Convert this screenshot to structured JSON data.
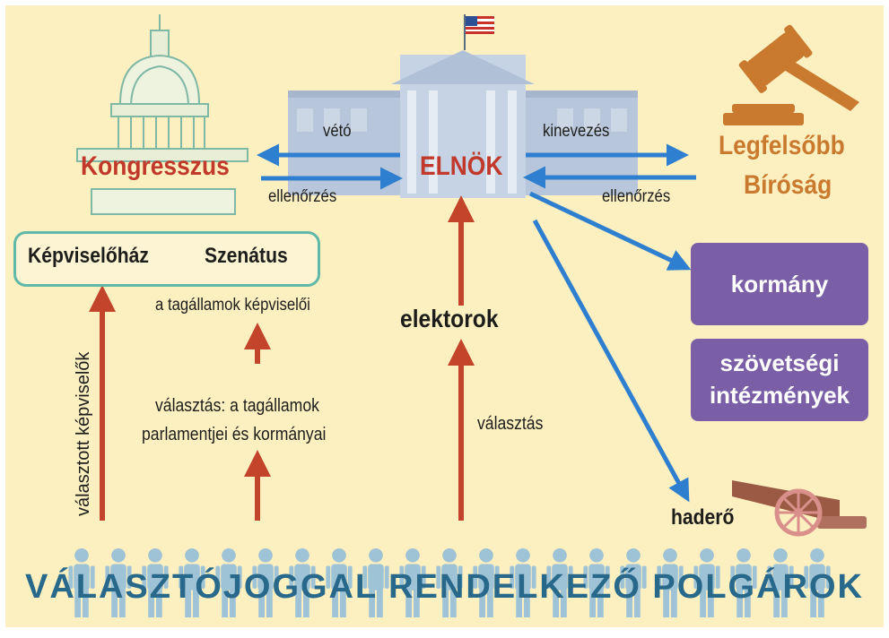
{
  "nodes": {
    "president": "ELNÖK",
    "congress": "Kongresszus",
    "supreme_court_line1": "Legfelsőbb",
    "supreme_court_line2": "Bíróság",
    "house": "Képviselőház",
    "senate": "Szenátus",
    "electors": "elektorok",
    "government": "kormány",
    "agencies_line1": "szövetségi",
    "agencies_line2": "intézmények",
    "military": "haderő",
    "citizens": "VÁLASZTÓJOGGAL RENDELKEZŐ POLGÁROK"
  },
  "edges": {
    "veto": "vétó",
    "check_left": "ellenőrzés",
    "appointment": "kinevezés",
    "check_right": "ellenőrzés",
    "elected_reps": "választott képviselők",
    "state_reps": "a tagállamok képviselői",
    "state_election_line1": "választás: a tagállamok",
    "state_election_line2": "parlamentjei és kormányai",
    "election": "választás"
  },
  "colors": {
    "background": "#fcefc0",
    "blue_arrow": "#2f7fd0",
    "red_arrow": "#c4442b",
    "congress_text": "#c0392b",
    "court_text": "#c97a2e",
    "purple_box": "#7a5fa7",
    "teal_border": "#5fb8a8",
    "citizens_text": "#28688a"
  },
  "icons": [
    "capitol-icon",
    "white-house-icon",
    "us-flag-icon",
    "gavel-icon",
    "cannon-icon",
    "person-icon"
  ]
}
